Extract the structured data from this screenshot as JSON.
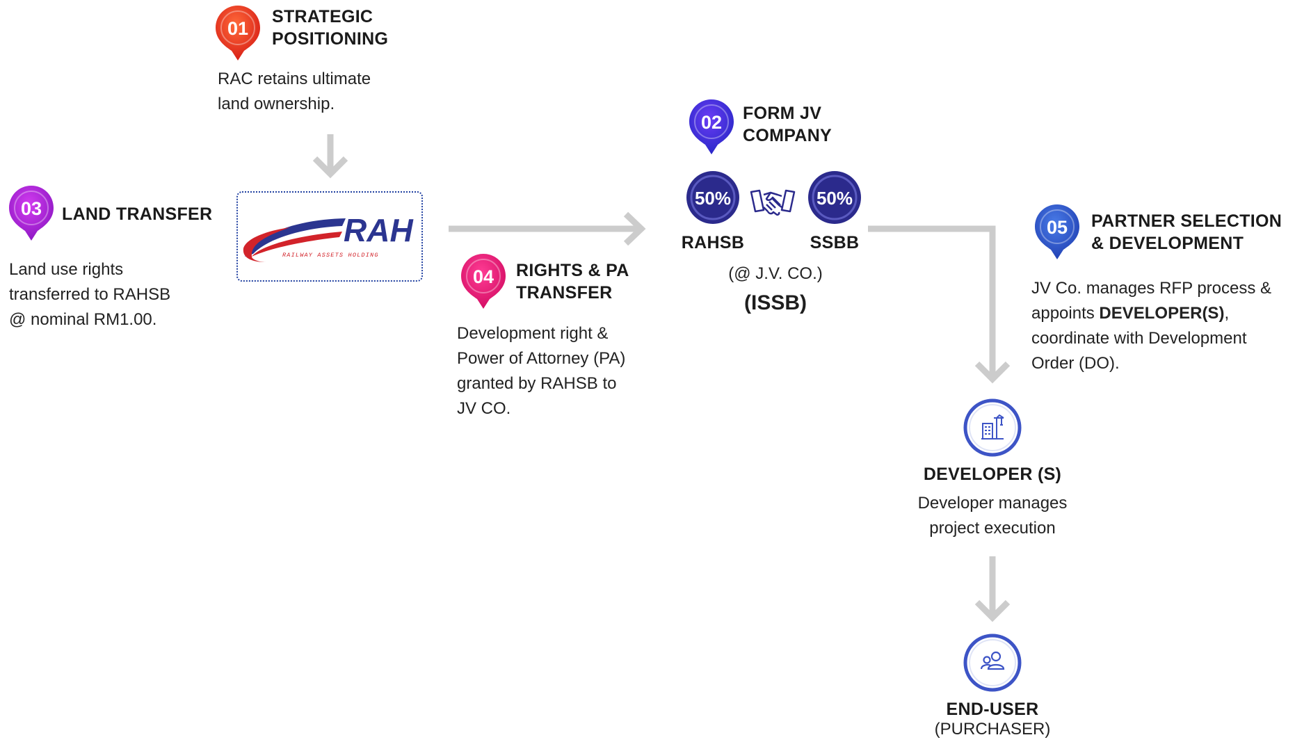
{
  "steps": {
    "s01": {
      "num": "01",
      "title_l1": "STRATEGIC",
      "title_l2": "POSITIONING",
      "desc_l1": "RAC retains ultimate",
      "desc_l2": "land ownership.",
      "color": "#e8321e"
    },
    "s02": {
      "num": "02",
      "title_l1": "FORM JV",
      "title_l2": "COMPANY",
      "color": "#3b2fd6"
    },
    "s03": {
      "num": "03",
      "title": "LAND TRANSFER",
      "desc_l1": "Land use rights",
      "desc_l2": "transferred to RAHSB",
      "desc_l3": "@ nominal RM1.00.",
      "color": "#a51fd0"
    },
    "s04": {
      "num": "04",
      "title_l1": "RIGHTS & PA",
      "title_l2": "TRANSFER",
      "desc_l1": "Development right &",
      "desc_l2": "Power of Attorney (PA)",
      "desc_l3": "granted by RAHSB to",
      "desc_l4": "JV CO.",
      "color": "#e0166e"
    },
    "s05": {
      "num": "05",
      "title_l1": "PARTNER SELECTION",
      "title_l2": "& DEVELOPMENT",
      "desc_l1": "JV Co. manages RFP process &",
      "desc_l2_pre": "appoints ",
      "desc_l2_bold": "DEVELOPER(S)",
      "desc_l2_post": ",",
      "desc_l3": "coordinate with Development",
      "desc_l4": "Order (DO).",
      "color": "#2a55c8"
    }
  },
  "jv": {
    "left_pct": "50%",
    "right_pct": "50%",
    "left_name": "RAHSB",
    "right_name": "SSBB",
    "sub": "(@ J.V. CO.)",
    "name": "(ISSB)",
    "circle_color": "#2b2a8c"
  },
  "rah_logo": {
    "text": "RAH",
    "tagline": "RAILWAY ASSETS HOLDING",
    "blue": "#2b3590",
    "red": "#d2232a"
  },
  "developer": {
    "title": "DEVELOPER (S)",
    "desc_l1": "Developer manages",
    "desc_l2": "project execution",
    "icon": "construction-building-icon"
  },
  "end_user": {
    "title": "END-USER",
    "sub": "(PURCHASER)",
    "icon": "users-icon"
  },
  "colors": {
    "arrow": "#cccccc",
    "ring": "#3d54c6"
  }
}
